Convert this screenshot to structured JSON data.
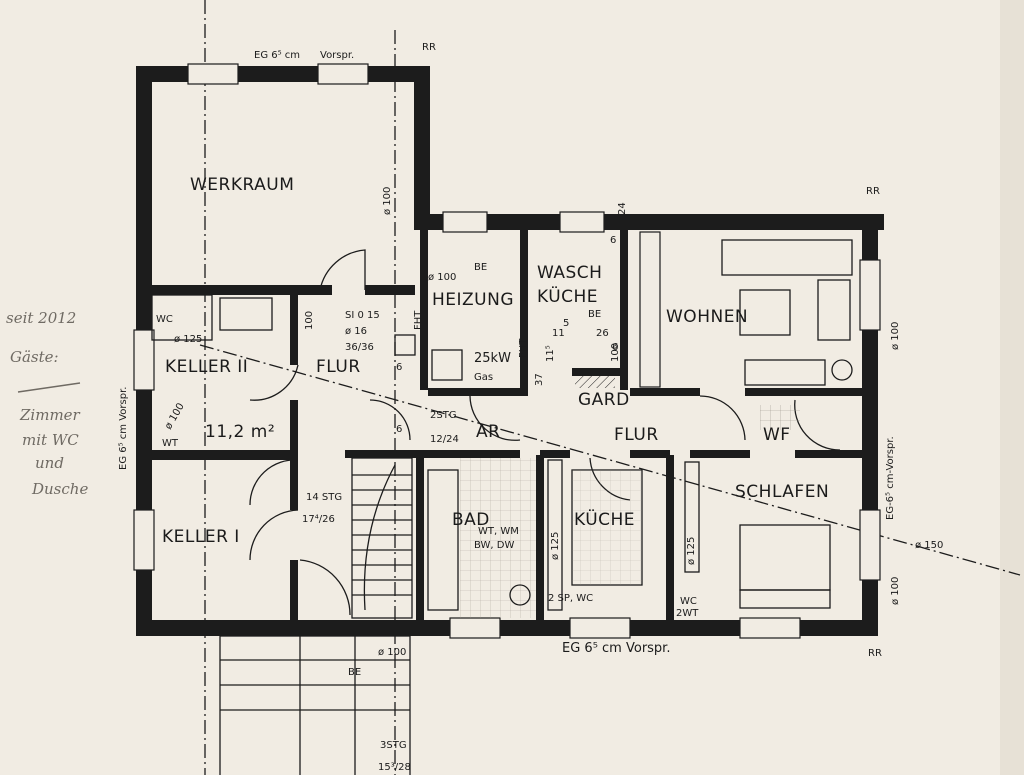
{
  "rooms": {
    "werkraum": "WERKRAUM",
    "heizung": "HEIZUNG",
    "waschkueche_1": "WASCH",
    "waschkueche_2": "KÜCHE",
    "wohnen": "WOHNEN",
    "keller2": "KELLER II",
    "flur_left": "FLUR",
    "keller2_area": "11,2 m²",
    "ar": "AR",
    "gard": "GARD",
    "flur_main": "FLUR",
    "wf": "WF",
    "bad": "BAD",
    "kueche": "KÜCHE",
    "schlafen": "SCHLAFEN",
    "keller1": "KELLER I"
  },
  "annotations": {
    "eg_top": "EG 6⁵ cm",
    "vorspr_top": "Vorspr.",
    "rr_top": "RR",
    "rr_right_top": "RR",
    "rr_right_bottom": "RR",
    "eg_bottom": "EG 6⁵ cm Vorspr.",
    "eg_left": "EG 6⁵ cm Vorspr.",
    "eg_right": "EG-6⁵ cm-Vorspr.",
    "phi_100_werk": "ø 100",
    "phi_100_heiz": "ø 100",
    "be_heiz": "BE",
    "kw": "25kW",
    "gas": "Gas",
    "be_wasch": "BE",
    "w11": "11",
    "w5": "5",
    "w26": "26",
    "w100_wasch": "100",
    "w37": "37",
    "w115": "11⁵",
    "fht_1": "FHT",
    "fht_2": "FHT",
    "si": "SI 0 15",
    "phi16": "ø 16",
    "r3636": "36/36",
    "num100_flur": "100",
    "six_a": "6",
    "six_b": "6",
    "six_c": "6",
    "wc_keller": "WC",
    "phi125_keller": "ø 125",
    "phi100_keller": "ø 100",
    "wt_keller": "WT",
    "stg2": "2STG",
    "stg2_size": "12/24",
    "stg14": "14 STG",
    "stg14_size": "17⁴/26",
    "wt_wm": "WT, WM",
    "bw_dw": "BW, DW",
    "phi125_kueche": "ø 125",
    "sp_wc": "2 SP, WC",
    "phi125_schlafen": "ø 125",
    "wc_schlafen": "WC",
    "wt2": "2WT",
    "phi100_right": "ø 100",
    "phi100_right2": "ø 100",
    "phi150": "ø 150",
    "phi100_entry": "ø 100",
    "be_entry": "BE",
    "stg3": "3STG",
    "stg3_size": "15³/28",
    "six_right": "6",
    "n24": "24"
  },
  "handwritten": {
    "line1": "seit 2012",
    "line2": "Gäste:",
    "line3": "Zimmer",
    "line4": "mit WC",
    "line5": "und",
    "line6": "Dusche"
  },
  "colors": {
    "paper": "#f1ece3",
    "ink": "#1c1c1c",
    "pencil": "#6f6a63"
  }
}
